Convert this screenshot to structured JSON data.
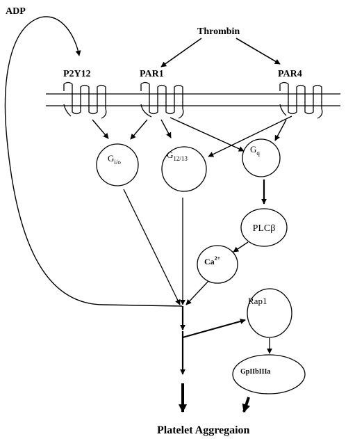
{
  "labels": {
    "adp": "ADP",
    "thrombin": "Thrombin",
    "p2y12": "P2Y12",
    "par1": "PAR1",
    "par4": "PAR4",
    "gio_base": "G",
    "gio_sub": "i/o",
    "g1213_base": "G",
    "g1213_sub": "12/13",
    "gq_base": "G",
    "gq_sub": "q",
    "plcb": "PLCβ",
    "ca_base": "Ca",
    "ca_sup": "2+",
    "rap1": "Rap1",
    "gpiib": "GpIIbIIIa",
    "output": "Platelet Aggregaion"
  },
  "colors": {
    "ink": "#000000",
    "background": "#ffffff"
  }
}
